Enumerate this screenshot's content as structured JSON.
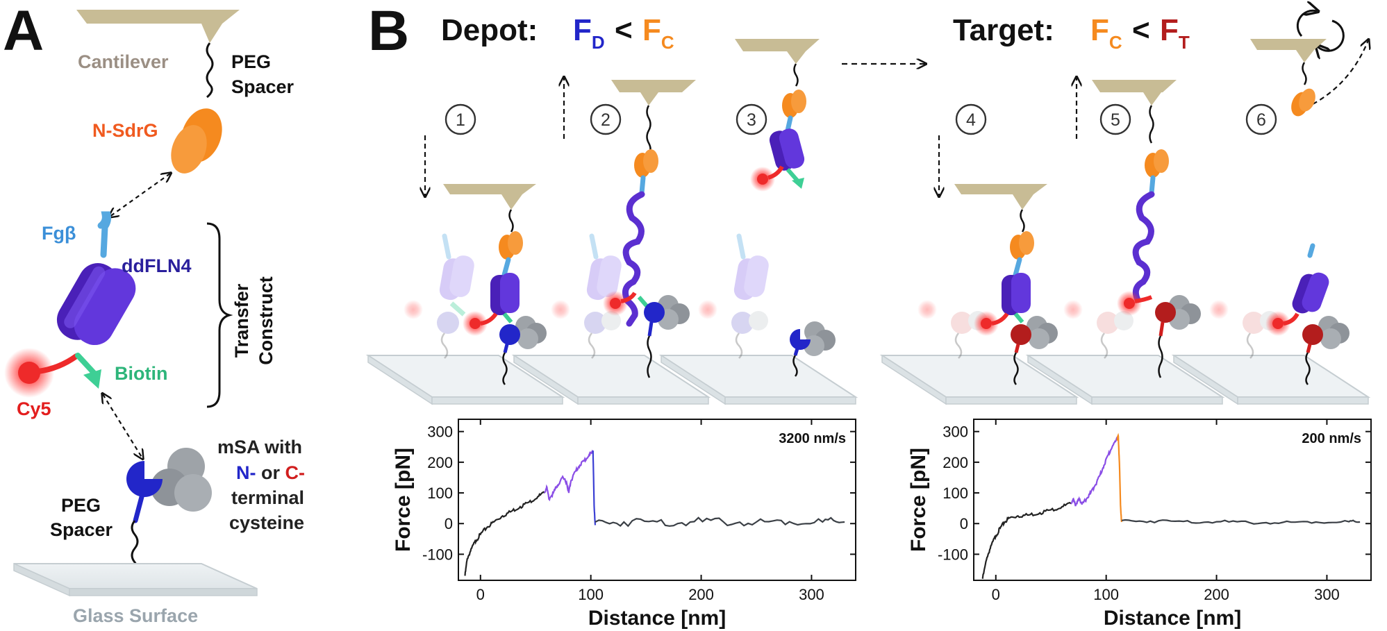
{
  "panel_a": {
    "label": "A",
    "cantilever": "Cantilever",
    "peg_top_1": "PEG",
    "peg_top_2": "Spacer",
    "n_sdrg": "N-SdrG",
    "fgb": "Fgβ",
    "ddfln4": "ddFLN4",
    "transfer_1": "Transfer",
    "transfer_2": "Construct",
    "biotin": "Biotin",
    "cy5": "Cy5",
    "msa_1": "mSA with",
    "msa_n": "N-",
    "msa_or": " or ",
    "msa_c": "C-",
    "msa_3": "terminal",
    "msa_4": "cysteine",
    "peg_bot_1": "PEG",
    "peg_bot_2": "Spacer",
    "glass": "Glass Surface"
  },
  "panel_b": {
    "label": "B",
    "depot": "Depot:",
    "target": "Target:",
    "f": "F",
    "sub_d": "D",
    "sub_c": "C",
    "sub_t": "T",
    "lt": "<",
    "steps": [
      "1",
      "2",
      "3",
      "4",
      "5",
      "6"
    ]
  },
  "colors": {
    "cantilever": "#c8bc95",
    "sdrg": "#f58a1f",
    "ddfln4": "#5b2fd0",
    "fgb": "#56a8e0",
    "biotin": "#3ecf95",
    "cy5": "#ee2a2a",
    "msa_blue": "#2226c9",
    "msa_red": "#b31d1d",
    "msa_gray": "#9ea3a8",
    "text_dark": "#222222",
    "text_gray": "#9aa5ad",
    "trace_black": "#222222",
    "trace_purple": "#8a4ee6",
    "trace_blue": "#3a3fd4",
    "trace_orange": "#f58a1f",
    "trace_gray": "#3a3f45"
  },
  "chart_data": [
    {
      "type": "line",
      "ylabel": "Force [pN]",
      "xlabel": "Distance [nm]",
      "annotation": "3200 nm/s",
      "xlim": [
        -20,
        340
      ],
      "ylim": [
        -185,
        340
      ],
      "xticks": [
        0,
        100,
        200,
        300
      ],
      "yticks": [
        -100,
        0,
        100,
        200,
        300
      ],
      "series": [
        {
          "color": "#222222",
          "x": [
            -14,
            -12,
            -8,
            -4,
            0,
            6,
            12,
            20,
            28,
            36,
            44,
            52,
            58
          ],
          "y": [
            -170,
            -115,
            -80,
            -55,
            -35,
            -12,
            5,
            25,
            40,
            55,
            70,
            88,
            100
          ]
        },
        {
          "color": "#8a4ee6",
          "x": [
            58,
            60,
            62,
            66,
            70,
            74,
            78,
            80,
            82,
            86,
            90,
            94,
            98,
            100,
            102
          ],
          "y": [
            100,
            120,
            80,
            100,
            125,
            150,
            135,
            100,
            140,
            170,
            190,
            205,
            220,
            230,
            238
          ]
        },
        {
          "color": "#3a3fd4",
          "x": [
            102,
            103,
            104
          ],
          "y": [
            238,
            60,
            -5
          ]
        },
        {
          "color": "#3a3f45",
          "x": [
            104,
            130,
            160,
            190,
            220,
            250,
            280,
            310,
            330
          ],
          "y": [
            5,
            5,
            6,
            5,
            6,
            5,
            6,
            5,
            5
          ]
        }
      ]
    },
    {
      "type": "line",
      "ylabel": "Force [pN]",
      "xlabel": "Distance [nm]",
      "annotation": "200 nm/s",
      "xlim": [
        -20,
        340
      ],
      "ylim": [
        -185,
        340
      ],
      "xticks": [
        0,
        100,
        200,
        300
      ],
      "yticks": [
        -100,
        0,
        100,
        200,
        300
      ],
      "series": [
        {
          "color": "#222222",
          "x": [
            -12,
            -8,
            -4,
            0,
            4,
            8,
            12,
            20,
            30,
            40,
            50,
            60,
            68
          ],
          "y": [
            -180,
            -110,
            -70,
            -40,
            -15,
            5,
            18,
            25,
            28,
            35,
            45,
            55,
            65
          ]
        },
        {
          "color": "#8a4ee6",
          "x": [
            68,
            70,
            72,
            74,
            76,
            78,
            82,
            86,
            90,
            94,
            98,
            102,
            106,
            110
          ],
          "y": [
            65,
            80,
            60,
            72,
            82,
            62,
            80,
            100,
            125,
            155,
            190,
            225,
            255,
            275
          ]
        },
        {
          "color": "#f58a1f",
          "x": [
            110,
            111,
            112,
            113,
            114
          ],
          "y": [
            275,
            285,
            200,
            60,
            5
          ]
        },
        {
          "color": "#3a3f45",
          "x": [
            114,
            140,
            170,
            200,
            230,
            260,
            290,
            320,
            330
          ],
          "y": [
            10,
            8,
            7,
            6,
            3,
            4,
            5,
            6,
            5
          ]
        }
      ]
    }
  ]
}
